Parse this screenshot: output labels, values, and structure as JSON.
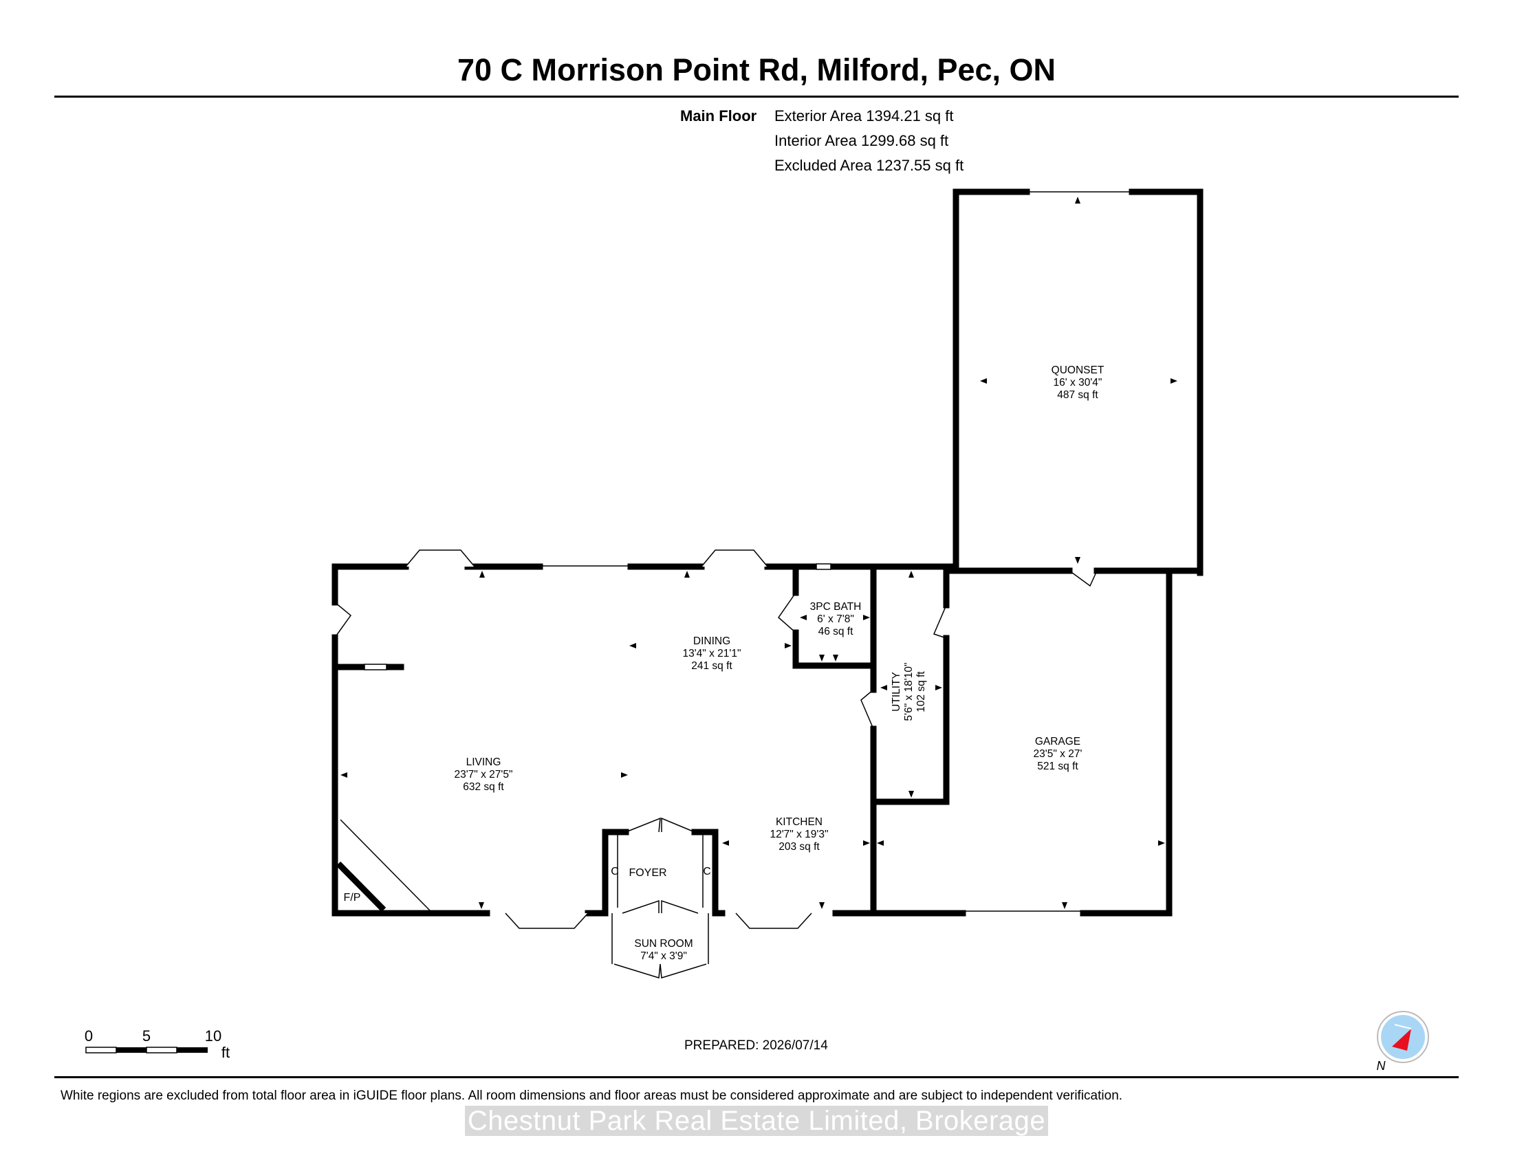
{
  "title": "70 C Morrison Point Rd, Milford, Pec, ON",
  "floor": {
    "label": "Main Floor",
    "exterior": "Exterior Area 1394.21 sq ft",
    "interior": "Interior Area 1299.68 sq ft",
    "excluded": "Excluded Area 1237.55 sq ft"
  },
  "rooms": {
    "quonset": {
      "name": "QUONSET",
      "dims": "16' x 30'4\"",
      "area": "487 sq ft"
    },
    "dining": {
      "name": "DINING",
      "dims": "13'4\" x 21'1\"",
      "area": "241 sq ft"
    },
    "bath": {
      "name": "3PC BATH",
      "dims": "6' x 7'8\"",
      "area": "46 sq ft"
    },
    "utility": {
      "name": "UTILITY",
      "dims": "5'6\" x 18'10\"",
      "area": "102 sq ft"
    },
    "garage": {
      "name": "GARAGE",
      "dims": "23'5\" x 27'",
      "area": "521 sq ft"
    },
    "living": {
      "name": "LIVING",
      "dims": "23'7\" x 27'5\"",
      "area": "632 sq ft"
    },
    "kitchen": {
      "name": "KITCHEN",
      "dims": "12'7\" x 19'3\"",
      "area": "203 sq ft"
    },
    "foyer": {
      "name": "FOYER"
    },
    "sunroom": {
      "name": "SUN ROOM",
      "dims": "7'4\" x 3'9\""
    },
    "closet_label": "C",
    "fireplace_label": "F/P"
  },
  "scale": {
    "ticks": [
      "0",
      "5",
      "10"
    ],
    "unit": "ft"
  },
  "compass": {
    "label": "N",
    "icon": "compass-icon",
    "needle_color": "#e8101e",
    "dial_color": "#a9d6f5"
  },
  "prepared": "PREPARED: 2026/07/14",
  "disclaimer": "White regions are excluded from total floor area in iGUIDE floor plans. All room dimensions and floor areas must be considered approximate and are subject to independent verification.",
  "watermark": "Chestnut Park Real Estate Limited, Brokerage"
}
